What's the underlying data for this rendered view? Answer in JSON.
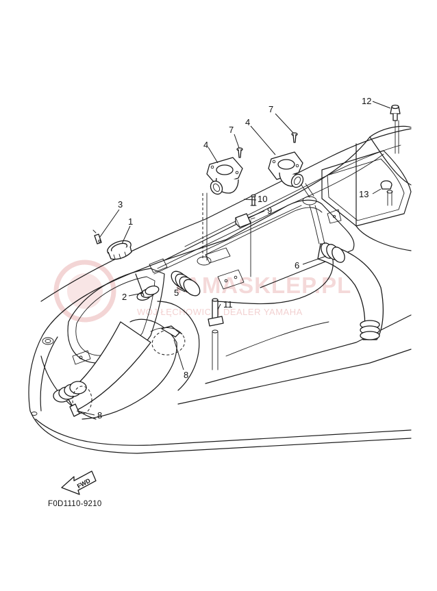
{
  "diagram": {
    "figure_code": "F0D1110-9210",
    "fwd_label": "FWD",
    "callouts": [
      {
        "id": "c12",
        "label": "12"
      },
      {
        "id": "c7a",
        "label": "7"
      },
      {
        "id": "c4a",
        "label": "4"
      },
      {
        "id": "c7b",
        "label": "7"
      },
      {
        "id": "c4b",
        "label": "4"
      },
      {
        "id": "c13",
        "label": "13"
      },
      {
        "id": "c3",
        "label": "3"
      },
      {
        "id": "c1",
        "label": "1"
      },
      {
        "id": "c10",
        "label": "10"
      },
      {
        "id": "c9",
        "label": "9"
      },
      {
        "id": "c6",
        "label": "6"
      },
      {
        "id": "c2",
        "label": "2"
      },
      {
        "id": "c5",
        "label": "5"
      },
      {
        "id": "c11",
        "label": "11"
      },
      {
        "id": "c8a",
        "label": "8"
      },
      {
        "id": "c8b",
        "label": "8"
      }
    ]
  },
  "watermark": {
    "brand": "SKLEP.PL",
    "brand_prefix": "YAMA",
    "tagline": "WOJ ŁĘCHOWICKI DEALER YAMAHA",
    "color": "#c22b2b"
  }
}
